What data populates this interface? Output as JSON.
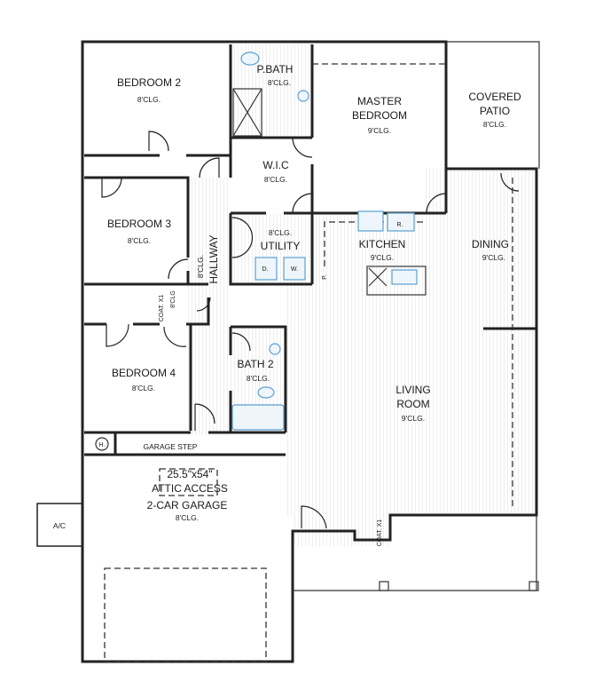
{
  "rooms": {
    "bedroom2": {
      "name": "BEDROOM 2",
      "ceiling": "8'CLG."
    },
    "bedroom3": {
      "name": "BEDROOM 3",
      "ceiling": "8'CLG."
    },
    "bedroom4": {
      "name": "BEDROOM 4",
      "ceiling": "8'CLG."
    },
    "pbath": {
      "name": "P.BATH",
      "ceiling": "8'CLG."
    },
    "wic": {
      "name": "W.I.C",
      "ceiling": "8'CLG."
    },
    "utility": {
      "name": "UTILITY",
      "ceiling": "8'CLG."
    },
    "hallway": {
      "name": "HALLWAY",
      "ceiling": "8'CLG."
    },
    "master": {
      "name_line1": "MASTER",
      "name_line2": "BEDROOM",
      "ceiling": "9'CLG."
    },
    "patio": {
      "name_line1": "COVERED",
      "name_line2": "PATIO",
      "ceiling": "8'CLG."
    },
    "kitchen": {
      "name": "KITCHEN",
      "ceiling": "9'CLG."
    },
    "dining": {
      "name": "DINING",
      "ceiling": "9'CLG."
    },
    "living": {
      "name_line1": "LIVING",
      "name_line2": "ROOM",
      "ceiling": "9'CLG."
    },
    "bath2": {
      "name": "BATH 2",
      "ceiling": "8'CLG."
    },
    "coat1": {
      "name": "COAT. X1",
      "ceiling": "8'CLG"
    },
    "coat2": {
      "name": "COAT. X1"
    },
    "garage": {
      "name": "2-CAR GARAGE",
      "ceiling": "8'CLG."
    },
    "garage_step": {
      "name": "GARAGE STEP"
    },
    "attic": {
      "size": "25.5\"x54\"",
      "name": "ATTIC ACCESS"
    },
    "ac": {
      "name": "A/C"
    }
  },
  "fixtures": {
    "dryer": "D.",
    "washer": "W.",
    "refrigerator": "R.",
    "pantry": "P.",
    "heater": "H."
  },
  "colors": {
    "walls": "#222222",
    "fixtures": "#5a9fd0"
  }
}
